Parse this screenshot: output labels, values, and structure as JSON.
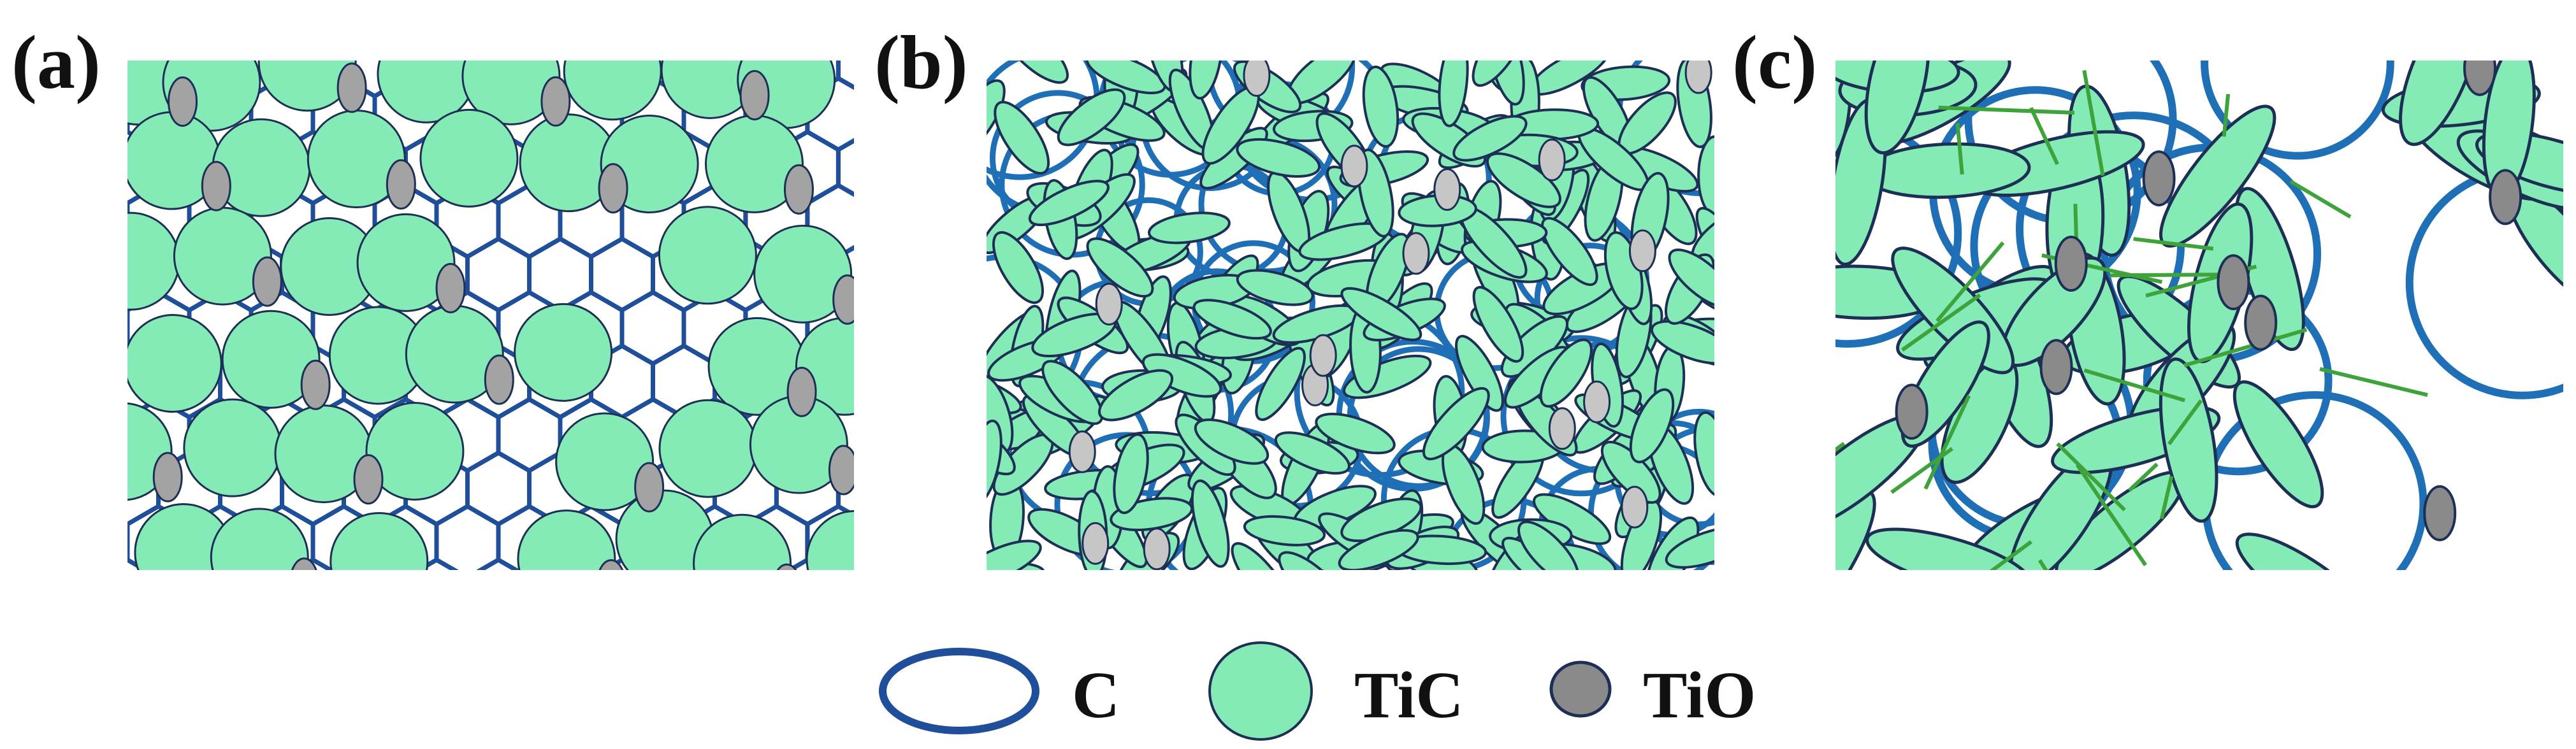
{
  "panels": [
    {
      "label": "(a)"
    },
    {
      "label": "(b)"
    },
    {
      "label": "(c)"
    }
  ],
  "legend": [
    {
      "label": "C",
      "icon": "carbon-ring-icon"
    },
    {
      "label": "TiC",
      "icon": "tic-particle-icon"
    },
    {
      "label": "TiO",
      "icon": "tio-particle-icon"
    }
  ],
  "colors": {
    "carbon_a": "#1f4e9a",
    "carbon_bc": "#1e6fb5",
    "tic_fill": "#84ebb6",
    "tic_stroke": "#1d2f55",
    "tio_fill_a": "#a3a3a3",
    "tio_fill_b": "#c6c6c6",
    "tio_fill_c": "#8a8a8a",
    "fiber": "#3ea33a"
  }
}
